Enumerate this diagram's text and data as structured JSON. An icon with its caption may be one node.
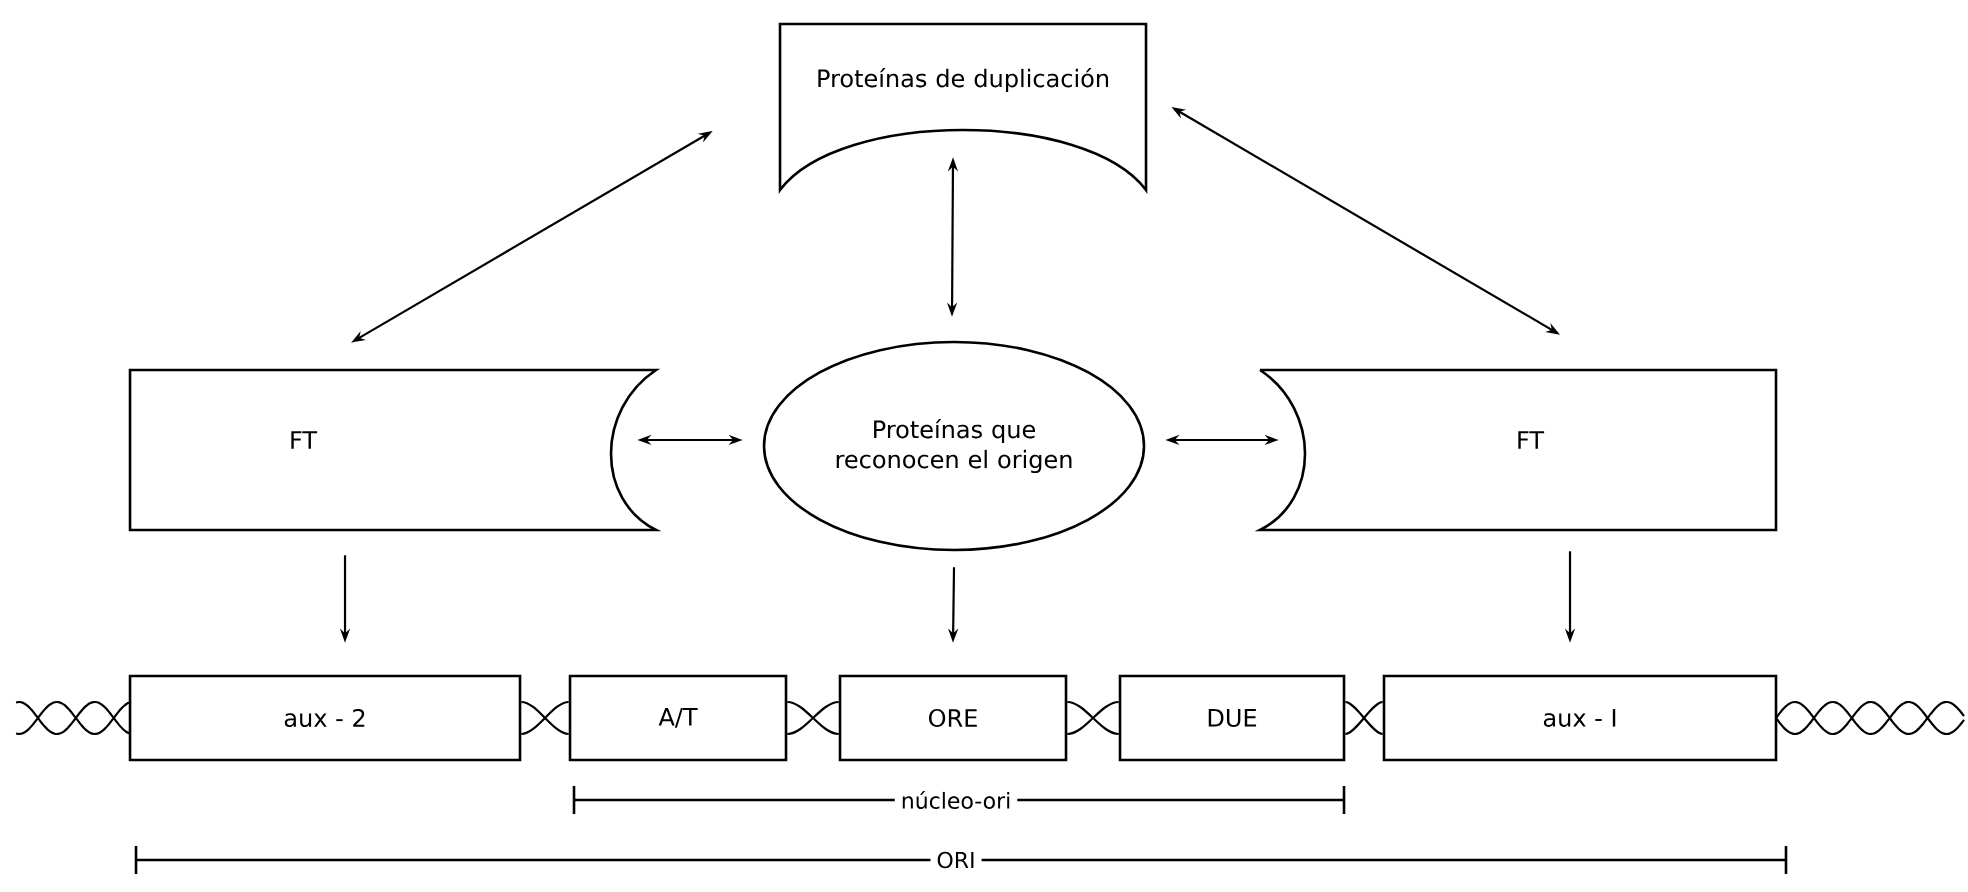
{
  "diagram": {
    "nodes": [
      {
        "text": [
          "Proteínas de duplicación"
        ]
      },
      {
        "text": [
          "FT"
        ]
      },
      {
        "text": [
          "Proteínas que reconocen el origen"
        ]
      },
      {
        "text": [
          "FT"
        ]
      },
      {
        "text": [
          "aux - 2"
        ]
      },
      {
        "text": [
          "A/T"
        ]
      },
      {
        "text": [
          "ORE"
        ]
      },
      {
        "text": [
          "DUE"
        ]
      },
      {
        "text": [
          "aux - I"
        ]
      }
    ],
    "edges": [
      {
        "from": 0,
        "to": 1,
        "arrow": "both"
      },
      {
        "from": 0,
        "to": 2,
        "arrow": "both"
      },
      {
        "from": 0,
        "to": 3,
        "arrow": "both"
      },
      {
        "from": 1,
        "to": 2,
        "arrow": "both"
      },
      {
        "from": 2,
        "to": 3,
        "arrow": "both"
      },
      {
        "from": 1,
        "to": 4,
        "arrow": "to"
      },
      {
        "from": 2,
        "to": 6,
        "arrow": "to"
      },
      {
        "from": 3,
        "to": 8,
        "arrow": "to"
      },
      {
        "from": 4,
        "to": 5,
        "arrow": "none"
      },
      {
        "from": 5,
        "to": 6,
        "arrow": "none"
      },
      {
        "from": 6,
        "to": 7,
        "arrow": "none"
      },
      {
        "from": 7,
        "to": 8,
        "arrow": "none"
      }
    ],
    "labels": [
      "núcleo-ori",
      "ORI"
    ]
  }
}
